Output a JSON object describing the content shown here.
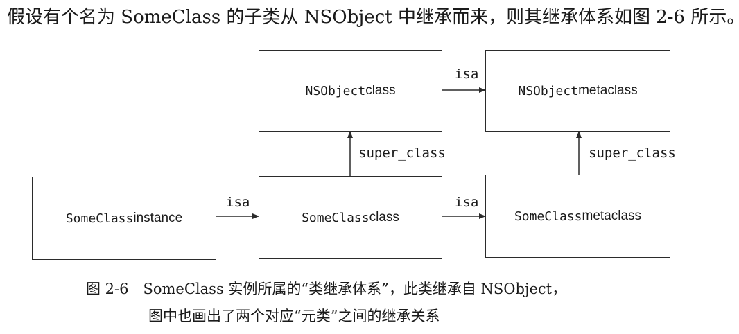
{
  "intro_text": "假设有个名为 SomeClass 的子类从 NSObject 中继承而来，则其继承体系如图 2-6 所示。",
  "boxes": {
    "nsobject_class": {
      "name_mono": "NSObject",
      "suffix": " class"
    },
    "nsobject_metaclass": {
      "name_mono": "NSObject",
      "suffix": " metaclass"
    },
    "someclass_instance": {
      "name_mono": "SomeClass",
      "suffix": " instance"
    },
    "someclass_class": {
      "name_mono": "SomeClass",
      "suffix": " class"
    },
    "someclass_metaclass": {
      "name_mono": "SomeClass",
      "suffix": " metaclass"
    }
  },
  "edges": {
    "isa_top": "isa",
    "isa_instance": "isa",
    "isa_bottom": "isa",
    "super_left": "super_class",
    "super_right": "super_class"
  },
  "caption": {
    "line1": "图 2-6　SomeClass 实例所属的“类继承体系”，此类继承自 NSObject，",
    "line2": "图中也画出了两个对应“元类”之间的继承关系"
  }
}
